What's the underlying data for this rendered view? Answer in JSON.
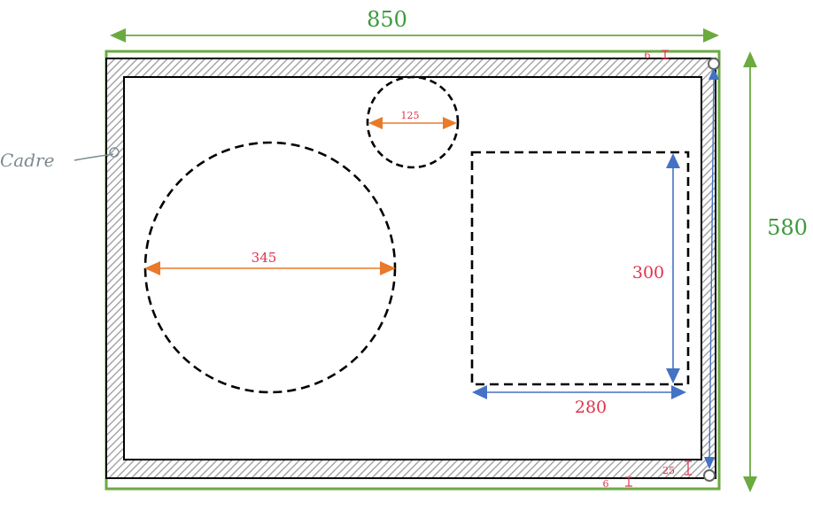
{
  "diagram": {
    "labels": {
      "width_overall": "850",
      "height_overall": "580",
      "frame_label": "Cadre",
      "circle_small_diameter": "125",
      "circle_large_diameter": "345",
      "rect_height": "300",
      "rect_width": "280",
      "gap_top": "6",
      "gap_bottom": "6",
      "frame_thickness": "25"
    },
    "colors": {
      "outline_green": "#6aaa3f",
      "dim_green": "#3d9a3d",
      "dim_orange": "#e87a2a",
      "dim_blue": "#4472c4",
      "text_red": "#e0324b",
      "frame_hatch": "#9a9a9a",
      "label_gray": "#7a8a8f"
    }
  }
}
